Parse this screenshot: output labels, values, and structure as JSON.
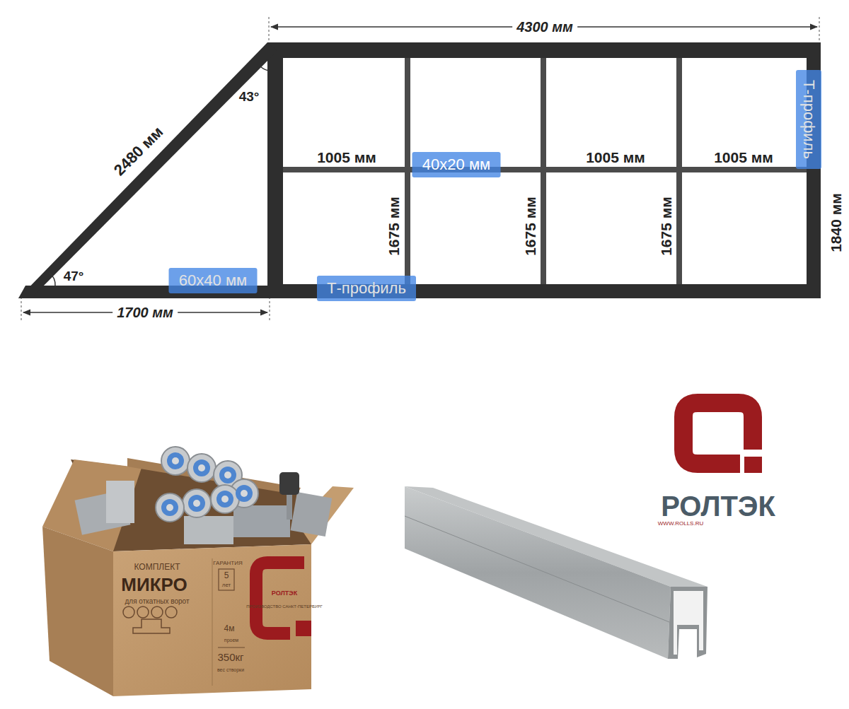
{
  "diagram": {
    "nodes": [
      {
        "text": [
          "60x40 мм"
        ]
      },
      {
        "text": [
          "Т-профиль"
        ]
      },
      {
        "text": [
          "40x20 мм"
        ]
      },
      {
        "text": [
          "Т-профиль"
        ]
      }
    ],
    "labels": [
      "4300 мм",
      "43°",
      "2480 мм",
      "1005 мм",
      "1005 мм",
      "1005 мм",
      "1675 мм",
      "1675 мм",
      "1675 мм",
      "1840 мм",
      "47°",
      "1700 мм",
      "КОМПЛЕКТ",
      "МИКРО",
      "для откатных ворот",
      "ГАРАНТИЯ",
      "5",
      "лет",
      "РОЛТЭК",
      "ПРОИЗВОДСТВО САНКТ-ПЕТЕРБУРГ",
      "4м",
      "проем",
      "350кг",
      "вес створки",
      "РОЛТЭК",
      "WWW.ROLLS.RU"
    ]
  }
}
